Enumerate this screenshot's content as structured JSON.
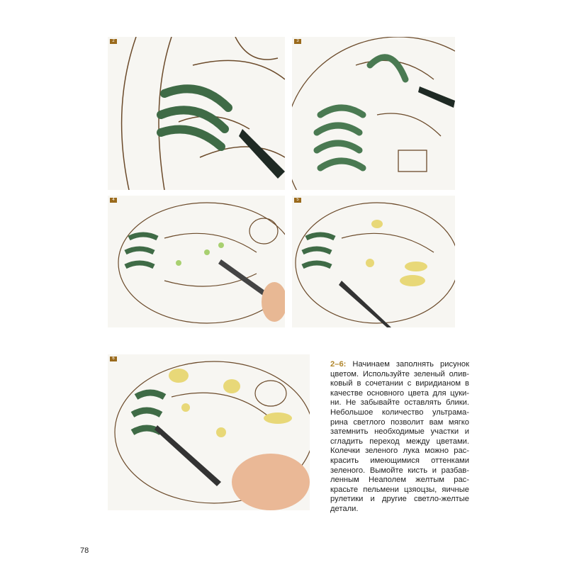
{
  "figures": [
    {
      "number": "2"
    },
    {
      "number": "3"
    },
    {
      "number": "4"
    },
    {
      "number": "5"
    },
    {
      "number": "6"
    }
  ],
  "caption": {
    "lead": "2–6:",
    "text": " Начинаем заполнять рисунок цветом. Используйте зеленый олив­ковый в сочетании с виридианом в качестве основного цвета для цуки­ни. Не забывайте оставлять блики. Небольшое количество ультрама­рина светлого позволит вам мягко затемнить необходимые участки и сгладить переход между цветами. Колечки зеленого лука можно рас­красить имеющимися оттенками зеленого. Вымойте кисть и разбав­ленным Неаполем желтым рас­красьте пельмени цзяоцзы, яичные рулетики и другие светло-желтые детали."
  },
  "page_number": "78",
  "colors": {
    "accent": "#b0852a",
    "green": "#3f6b46",
    "ink": "#6b4a2a",
    "yellow": "#e8d878"
  }
}
